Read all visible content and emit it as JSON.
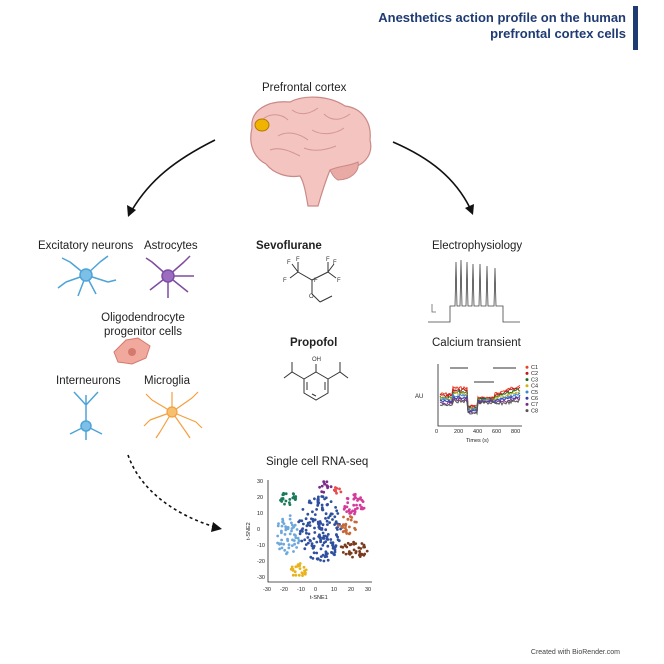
{
  "header": {
    "title_line1": "Anesthetics action profile on the human",
    "title_line2": "prefrontal cortex cells"
  },
  "brain": {
    "label": "Prefrontal cortex"
  },
  "cells": {
    "excitatory": "Excitatory neurons",
    "astrocytes": "Astrocytes",
    "opc_line1": "Oligodendrocyte",
    "opc_line2": "progenitor cells",
    "interneurons": "Interneurons",
    "microglia": "Microglia"
  },
  "drugs": {
    "sevoflurane": "Sevoflurane",
    "propofol": "Propofol",
    "propofol_oh": "OH",
    "sevo_atoms": [
      "F",
      "F",
      "F",
      "F",
      "F",
      "F",
      "F",
      "O"
    ]
  },
  "ephys": {
    "label": "Electrophysiology"
  },
  "calcium": {
    "label": "Calcium transient",
    "ylabel": "AU",
    "xlabel": "Times (s)",
    "xticks": [
      "0",
      "200",
      "400",
      "600",
      "800"
    ],
    "legend": [
      "C1",
      "C2",
      "C3",
      "C4",
      "C5",
      "C6",
      "C7",
      "C8"
    ],
    "colors": [
      "#e8402a",
      "#c0181b",
      "#1a6e25",
      "#d1b11c",
      "#3a8ad0",
      "#3b3fa8",
      "#7a2c8a",
      "#555555"
    ]
  },
  "rnaseq": {
    "label": "Single cell RNA-seq",
    "xlabel": "t-SNE1",
    "ylabel": "t-SNE2",
    "xticks": [
      "-30",
      "-20",
      "-10",
      "0",
      "10",
      "20",
      "30"
    ],
    "yticks": [
      "30",
      "20",
      "10",
      "0",
      "-10",
      "-20",
      "-30"
    ]
  },
  "footer": {
    "credit": "Created with BioRender.com"
  }
}
